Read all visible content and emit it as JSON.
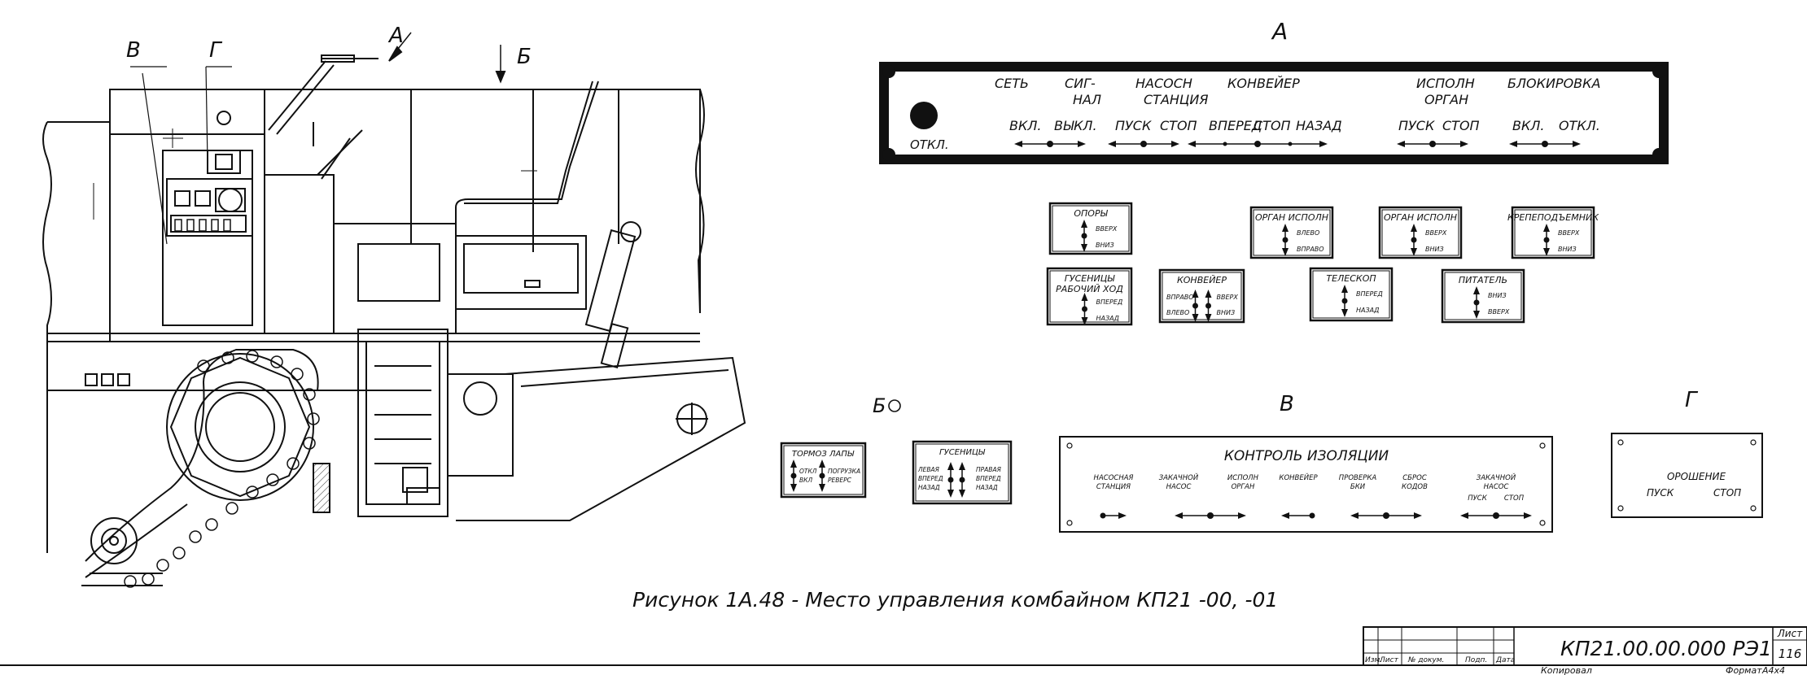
{
  "view_labels": {
    "a_top": "А",
    "b_top": "Б",
    "v_left": "В",
    "g_left": "Г",
    "a_section": "А",
    "b_section": "Б",
    "v_section": "В",
    "g_section": "Г"
  },
  "panel_a": {
    "groups": [
      {
        "title1": "СЕТЬ",
        "title2": "",
        "left": "ВКЛ.",
        "mid": "",
        "right": "ВЫКЛ."
      },
      {
        "title1": "СИГ-",
        "title2": "НАЛ",
        "left": "",
        "mid": "",
        "right": ""
      },
      {
        "title1": "НАСОСН",
        "title2": "СТАНЦИЯ",
        "left": "ПУСК",
        "mid": "",
        "right": "СТОП"
      },
      {
        "title1": "КОНВЕЙЕР",
        "title2": "",
        "left": "ВПЕРЕД",
        "mid": "СТОП",
        "right": "НАЗАД"
      },
      {
        "title1": "ИСПОЛН",
        "title2": "ОРГАН",
        "left": "ПУСК",
        "mid": "",
        "right": "СТОП"
      },
      {
        "title1": "БЛОКИРОВКА",
        "title2": "",
        "left": "ВКЛ.",
        "mid": "",
        "right": "ОТКЛ."
      }
    ],
    "off_label": "ОТКЛ."
  },
  "switches": [
    {
      "title": "ОПОРЫ",
      "up": "ВВЕРХ",
      "down": "ВНИЗ"
    },
    {
      "title": "ОРГАН ИСПОЛН",
      "up": "ВЛЕВО",
      "down": "ВПРАВО"
    },
    {
      "title": "ОРГАН ИСПОЛН",
      "up": "ВВЕРХ",
      "down": "ВНИЗ"
    },
    {
      "title": "КРЕПЕПОДЪЕМНИК",
      "up": "ВВЕРХ",
      "down": "ВНИЗ"
    },
    {
      "title": "ГУСЕНИЦЫ",
      "title2": "РАБОЧИЙ ХОД",
      "up": "ВПЕРЕД",
      "down": "НАЗАД"
    },
    {
      "title": "КОНВЕЙЕР",
      "left_up": "ВПРАВО",
      "left_down": "ВЛЕВО",
      "up": "ВВЕРХ",
      "down": "ВНИЗ"
    },
    {
      "title": "ТЕЛЕСКОП",
      "up": "ВПЕРЕД",
      "down": "НАЗАД"
    },
    {
      "title": "ПИТАТЕЛЬ",
      "up": "ВНИЗ",
      "down": "ВВЕРХ"
    }
  ],
  "panel_b": {
    "brake": {
      "title": "ТОРМОЗ ЛАПЫ",
      "l1": "ОТКЛ",
      "l2": "ВКЛ",
      "r1": "ПОГРУЗКА",
      "r2": "РЕВЕРС"
    },
    "tracks": {
      "title": "ГУСЕНИЦЫ",
      "l1": "ЛЕВАЯ",
      "l2": "ВПЕРЕД",
      "l3": "НАЗАД",
      "r1": "ПРАВАЯ",
      "r2": "ВПЕРЕД",
      "r3": "НАЗАД"
    }
  },
  "panel_v": {
    "title": "КОНТРОЛЬ ИЗОЛЯЦИИ",
    "items": [
      {
        "l1": "НАСОСНАЯ",
        "l2": "СТАНЦИЯ",
        "l3": ""
      },
      {
        "l1": "ЗАКАЧНОЙ",
        "l2": "НАСОС",
        "l3": ""
      },
      {
        "l1": "ИСПОЛН",
        "l2": "ОРГАН",
        "l3": ""
      },
      {
        "l1": "КОНВЕЙЕР",
        "l2": "",
        "l3": ""
      },
      {
        "l1": "ПРОВЕРКА",
        "l2": "БКИ",
        "l3": ""
      },
      {
        "l1": "СБРОС",
        "l2": "КОДОВ",
        "l3": ""
      },
      {
        "l1": "ЗАКАЧНОЙ",
        "l2": "НАСОС",
        "l3": ""
      }
    ],
    "start": "ПУСК",
    "stop": "СТОП"
  },
  "panel_g": {
    "title": "ОРОШЕНИЕ",
    "left": "ПУСК",
    "right": "СТОП"
  },
  "caption": "Рисунок 1А.48 - Место управления комбайном КП21 -00, -01",
  "title_block": {
    "code": "КП21.00.00.000 РЭ1",
    "sheet_label": "Лист",
    "sheet": "116",
    "cols": [
      "Изм.",
      "Лист",
      "№ докум.",
      "Подп.",
      "Дата"
    ],
    "copied": "Копировал",
    "format_label": "Формат",
    "format": "А4х4"
  }
}
